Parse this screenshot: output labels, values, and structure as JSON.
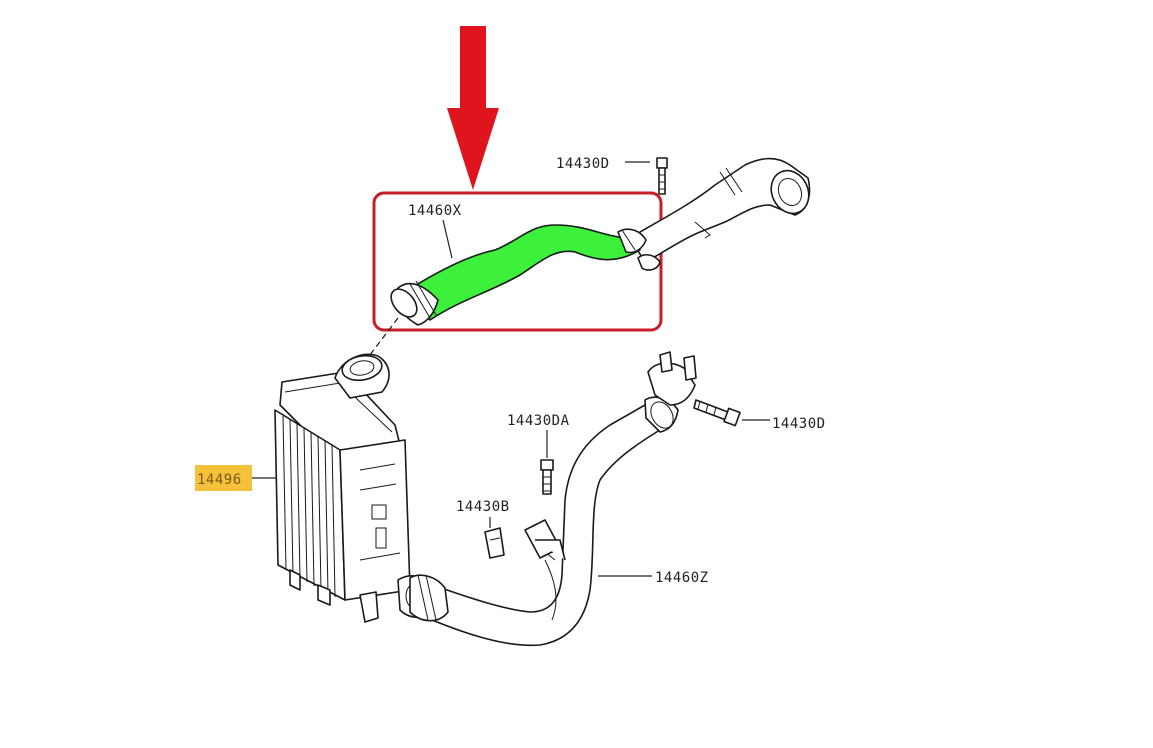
{
  "labels": {
    "hose_upper": "14460X",
    "bolt_top": "14430D",
    "bolt_right": "14430D",
    "bolt_mid": "14430DA",
    "clip": "14430B",
    "hose_lower": "14460Z",
    "intercooler": "14496"
  },
  "colors": {
    "arrow": "#e0141c",
    "highlight_box": "#c81e2a",
    "hose_highlight": "#3cf03c",
    "label_highlight": "#f5c13a"
  }
}
